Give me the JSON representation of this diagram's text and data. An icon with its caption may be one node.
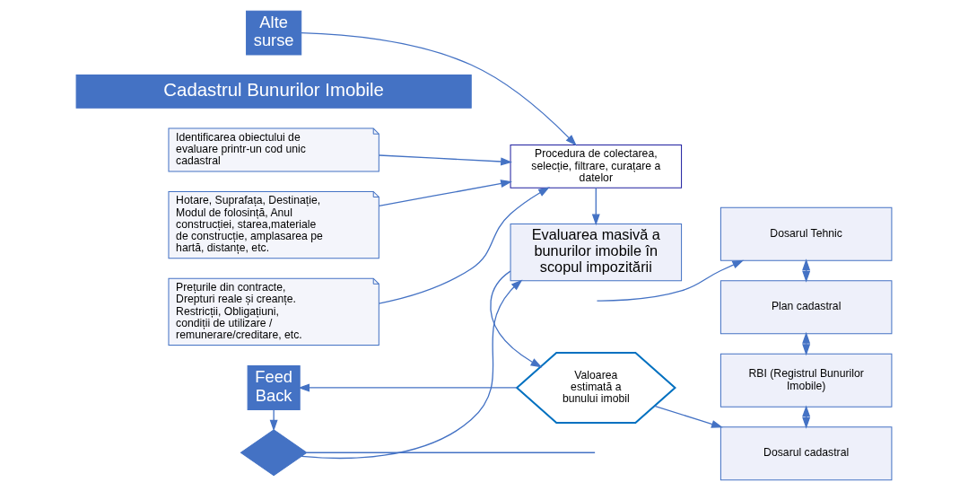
{
  "diagram": {
    "nodes": [
      {
        "text": [
          "Cadastrul Bunurilor Imobile"
        ]
      },
      {
        "text": [
          "Dosarul Tehnic"
        ]
      },
      {
        "text": [
          "Plan cadastral"
        ]
      },
      {
        "text": [
          "RBI (Registrul Bunurilor Imobile)"
        ]
      },
      {
        "text": [
          "Dosarul cadastral"
        ]
      },
      {
        "text": [
          "Identificarea obiectului de evaluare printr-un cod unic cadastral"
        ]
      },
      {
        "text": [
          "Hotare, Suprafața, Destinație, Modul de folosință, Anul construcției, starea,materiale de construcție, amplasarea pe hartă, distanțe, etc."
        ]
      },
      {
        "text": [
          "Prețurile din contracte, Drepturi reale și creanțe. Restricții, Obligațiuni, condiții de utilizare / remunerare/creditare, etc."
        ]
      },
      {
        "text": [
          "Procedura de colectarea, selecție, filtrare, curațare a datelor"
        ]
      },
      {
        "text": [
          "Alte surse"
        ]
      },
      {
        "text": [
          "Evaluarea masivă a bunurilor imobile în scopul impozitării"
        ]
      },
      {
        "text": [
          "Valoarea estimată a bunului imobil"
        ]
      },
      {
        "text": [
          "Feed Back"
        ]
      },
      {
        "text": [],
        "shape": "diamond"
      }
    ],
    "edges": [
      {
        "from": 1,
        "to": 2,
        "arrow": "both"
      },
      {
        "from": 2,
        "to": 3,
        "arrow": "both"
      },
      {
        "from": 3,
        "to": 4,
        "arrow": "both"
      },
      {
        "from": 5,
        "to": 8,
        "arrow": "to"
      },
      {
        "from": 6,
        "to": 8,
        "arrow": "to"
      },
      {
        "from": 7,
        "to": 8,
        "arrow": "to"
      },
      {
        "from": 9,
        "to": 8,
        "arrow": "to"
      },
      {
        "from": 8,
        "to": 10,
        "arrow": "to"
      },
      {
        "from": 10,
        "to": 11,
        "arrow": "to"
      },
      {
        "from": 11,
        "to": 12,
        "arrow": "to"
      },
      {
        "from": 12,
        "to": 13,
        "arrow": "to"
      },
      {
        "from": 13,
        "to": 10,
        "arrow": "to"
      },
      {
        "from": 11,
        "to": 4,
        "arrow": "to"
      },
      {
        "from": null,
        "to": 1,
        "arrow": "to"
      },
      {
        "from": 13,
        "to": null,
        "arrow": "none"
      }
    ]
  }
}
